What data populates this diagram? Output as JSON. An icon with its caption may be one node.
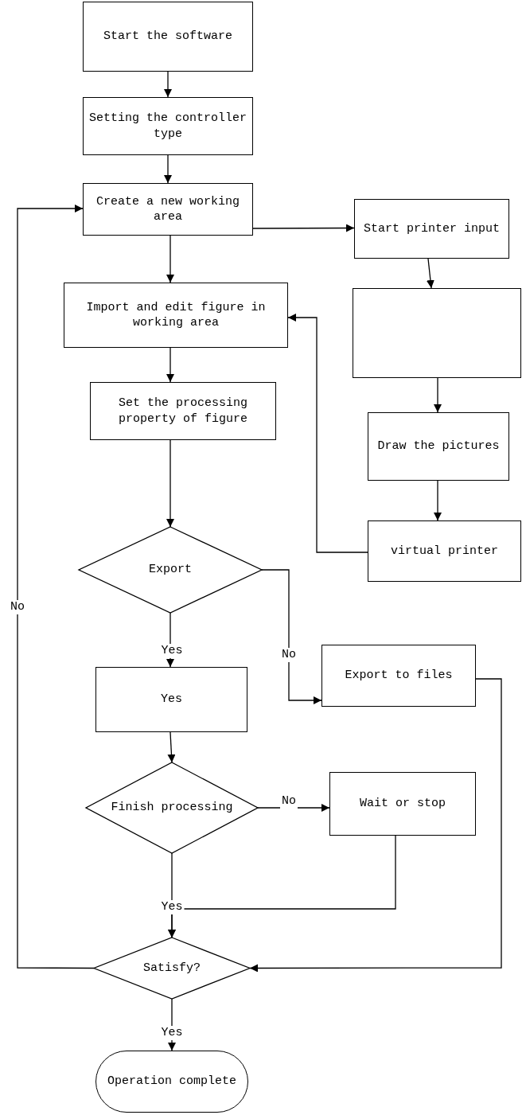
{
  "diagram": {
    "nodes": [
      {
        "text": [
          "Start the software"
        ]
      },
      {
        "text": [
          "Setting the controller type"
        ]
      },
      {
        "text": [
          "Create a new working area"
        ]
      },
      {
        "text": [
          "Start printer input"
        ]
      },
      {
        "text": [],
        "shape": "box"
      },
      {
        "text": [
          "Import and edit figure in working area"
        ]
      },
      {
        "text": [
          "Set the processing property of figure"
        ]
      },
      {
        "text": [
          "Export"
        ]
      },
      {
        "text": [
          "Draw the pictures"
        ]
      },
      {
        "text": [
          "virtual printer"
        ]
      },
      {
        "text": [
          "Yes"
        ]
      },
      {
        "text": [
          "Export to files"
        ]
      },
      {
        "text": [
          "Finish processing"
        ]
      },
      {
        "text": [
          "Wait or stop"
        ]
      },
      {
        "text": [
          "Satisfy?"
        ]
      },
      {
        "text": [
          "Operation complete"
        ]
      }
    ],
    "edges": [
      {
        "from": 0,
        "to": 1,
        "arrow": "to"
      },
      {
        "from": 1,
        "to": 2,
        "arrow": "to"
      },
      {
        "from": 2,
        "to": 3,
        "arrow": "to"
      },
      {
        "from": 3,
        "to": 4,
        "arrow": "to"
      },
      {
        "from": 2,
        "to": 5,
        "arrow": "to"
      },
      {
        "from": 4,
        "to": 8,
        "arrow": "to"
      },
      {
        "from": 5,
        "to": 6,
        "arrow": "to"
      },
      {
        "from": 8,
        "to": 9,
        "arrow": "to"
      },
      {
        "from": 9,
        "to": 5,
        "arrow": "to"
      },
      {
        "from": 6,
        "to": 7,
        "arrow": "to"
      },
      {
        "from": 7,
        "to": 10,
        "arrow": "to",
        "label": "Yes"
      },
      {
        "from": 7,
        "to": 11,
        "arrow": "to",
        "label": "No"
      },
      {
        "from": 10,
        "to": 12,
        "arrow": "to"
      },
      {
        "from": 12,
        "to": 13,
        "arrow": "to",
        "label": "No"
      },
      {
        "from": 12,
        "to": 14,
        "arrow": "to",
        "label": "Yes"
      },
      {
        "from": 13,
        "to": 14,
        "arrow": "to"
      },
      {
        "from": 11,
        "to": 14,
        "arrow": "to"
      },
      {
        "from": 14,
        "to": 2,
        "arrow": "to",
        "label": "No"
      },
      {
        "from": 14,
        "to": 15,
        "arrow": "to",
        "label": "Yes"
      }
    ]
  }
}
